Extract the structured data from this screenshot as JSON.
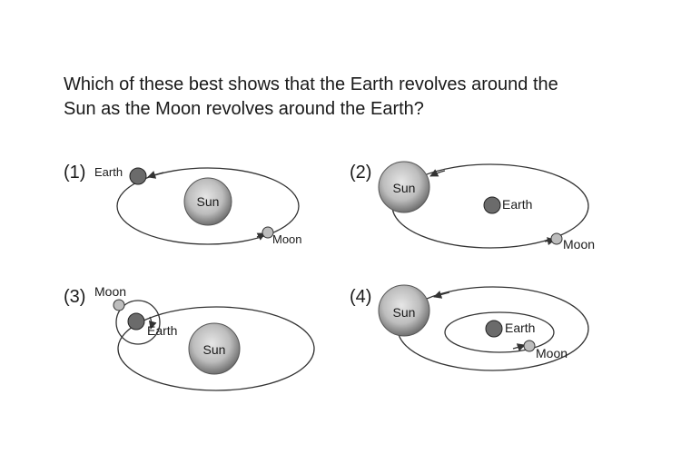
{
  "question": {
    "line1": "Which of these best shows that the Earth revolves around the",
    "line2": "Sun as the Moon  revolves around the Earth?"
  },
  "options": [
    {
      "number": "(1)",
      "sun": "Sun",
      "earth": "Earth",
      "moon": "Moon"
    },
    {
      "number": "(2)",
      "sun": "Sun",
      "earth": "Earth",
      "moon": "Moon"
    },
    {
      "number": "(3)",
      "sun": "Sun",
      "earth": "Earth",
      "moon": "Moon"
    },
    {
      "number": "(4)",
      "sun": "Sun",
      "earth": "Earth",
      "moon": "Moon"
    }
  ],
  "colors": {
    "sun_light": "#e6e6e6",
    "sun_dark": "#6f6f6f",
    "earth": "#6b6b6b",
    "moon": "#bdbdbd",
    "line": "#333333"
  }
}
